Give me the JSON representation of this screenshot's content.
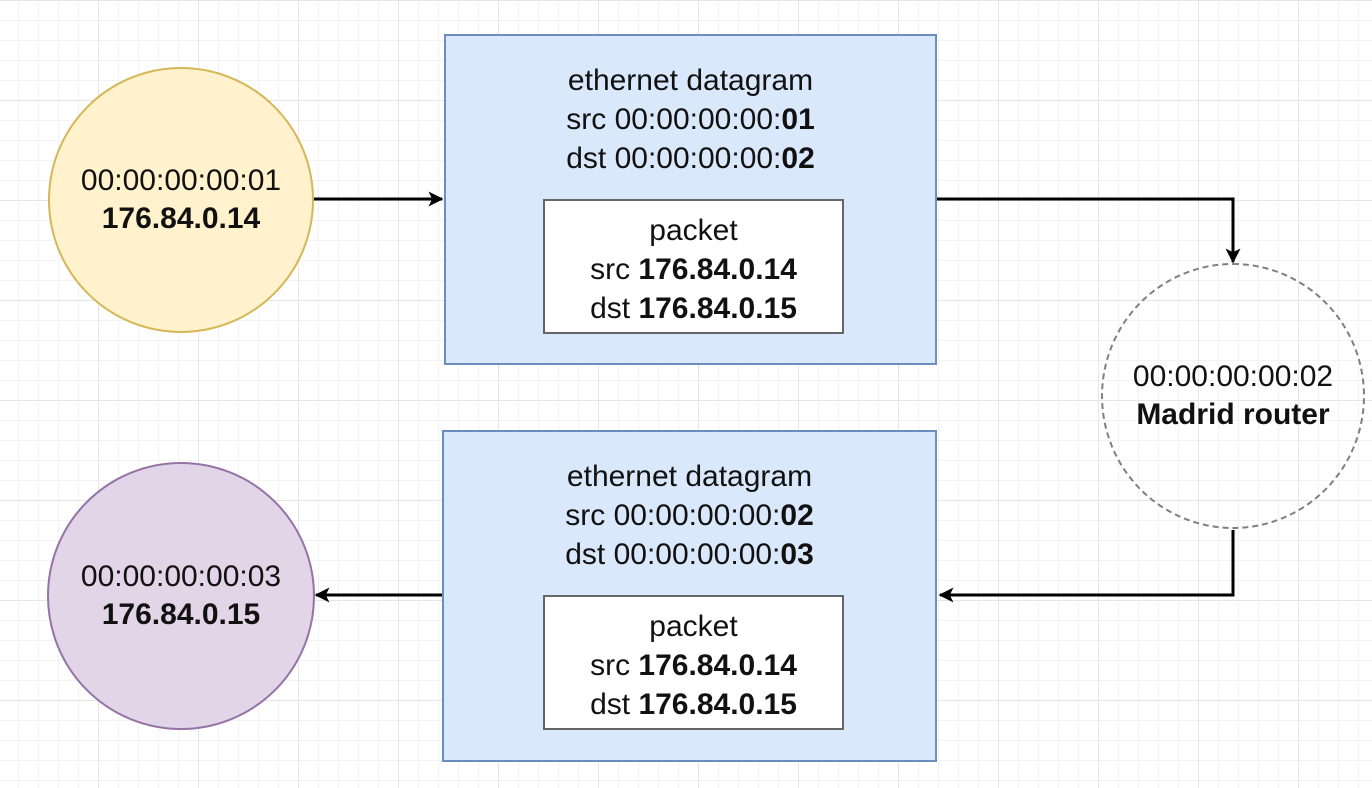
{
  "colors": {
    "sender_fill": "#fff2cc",
    "sender_stroke": "#d6b656",
    "receiver_fill": "#e1d5e7",
    "receiver_stroke": "#9673a6",
    "frame_fill": "#dae8fc",
    "frame_stroke": "#6c8ebf",
    "router_stroke": "#666666",
    "edge": "#000000"
  },
  "nodes": {
    "sender": {
      "mac": "00:00:00:00:01",
      "ip": "176.84.0.14"
    },
    "receiver": {
      "mac": "00:00:00:00:03",
      "ip": "176.84.0.15"
    },
    "router": {
      "mac": "00:00:00:00:02",
      "name": "Madrid router"
    }
  },
  "frames": [
    {
      "title": "ethernet datagram",
      "src_label": "src ",
      "src_prefix": "00:00:00:00:",
      "src_suffix": "01",
      "dst_label": "dst ",
      "dst_prefix": "00:00:00:00:",
      "dst_suffix": "02",
      "packet": {
        "title": "packet",
        "src_label": "src ",
        "src": "176.84.0.14",
        "dst_label": "dst ",
        "dst": "176.84.0.15"
      }
    },
    {
      "title": "ethernet datagram",
      "src_label": "src ",
      "src_prefix": "00:00:00:00:",
      "src_suffix": "02",
      "dst_label": "dst ",
      "dst_prefix": "00:00:00:00:",
      "dst_suffix": "03",
      "packet": {
        "title": "packet",
        "src_label": "src ",
        "src": "176.84.0.14",
        "dst_label": "dst ",
        "dst": "176.84.0.15"
      }
    }
  ]
}
